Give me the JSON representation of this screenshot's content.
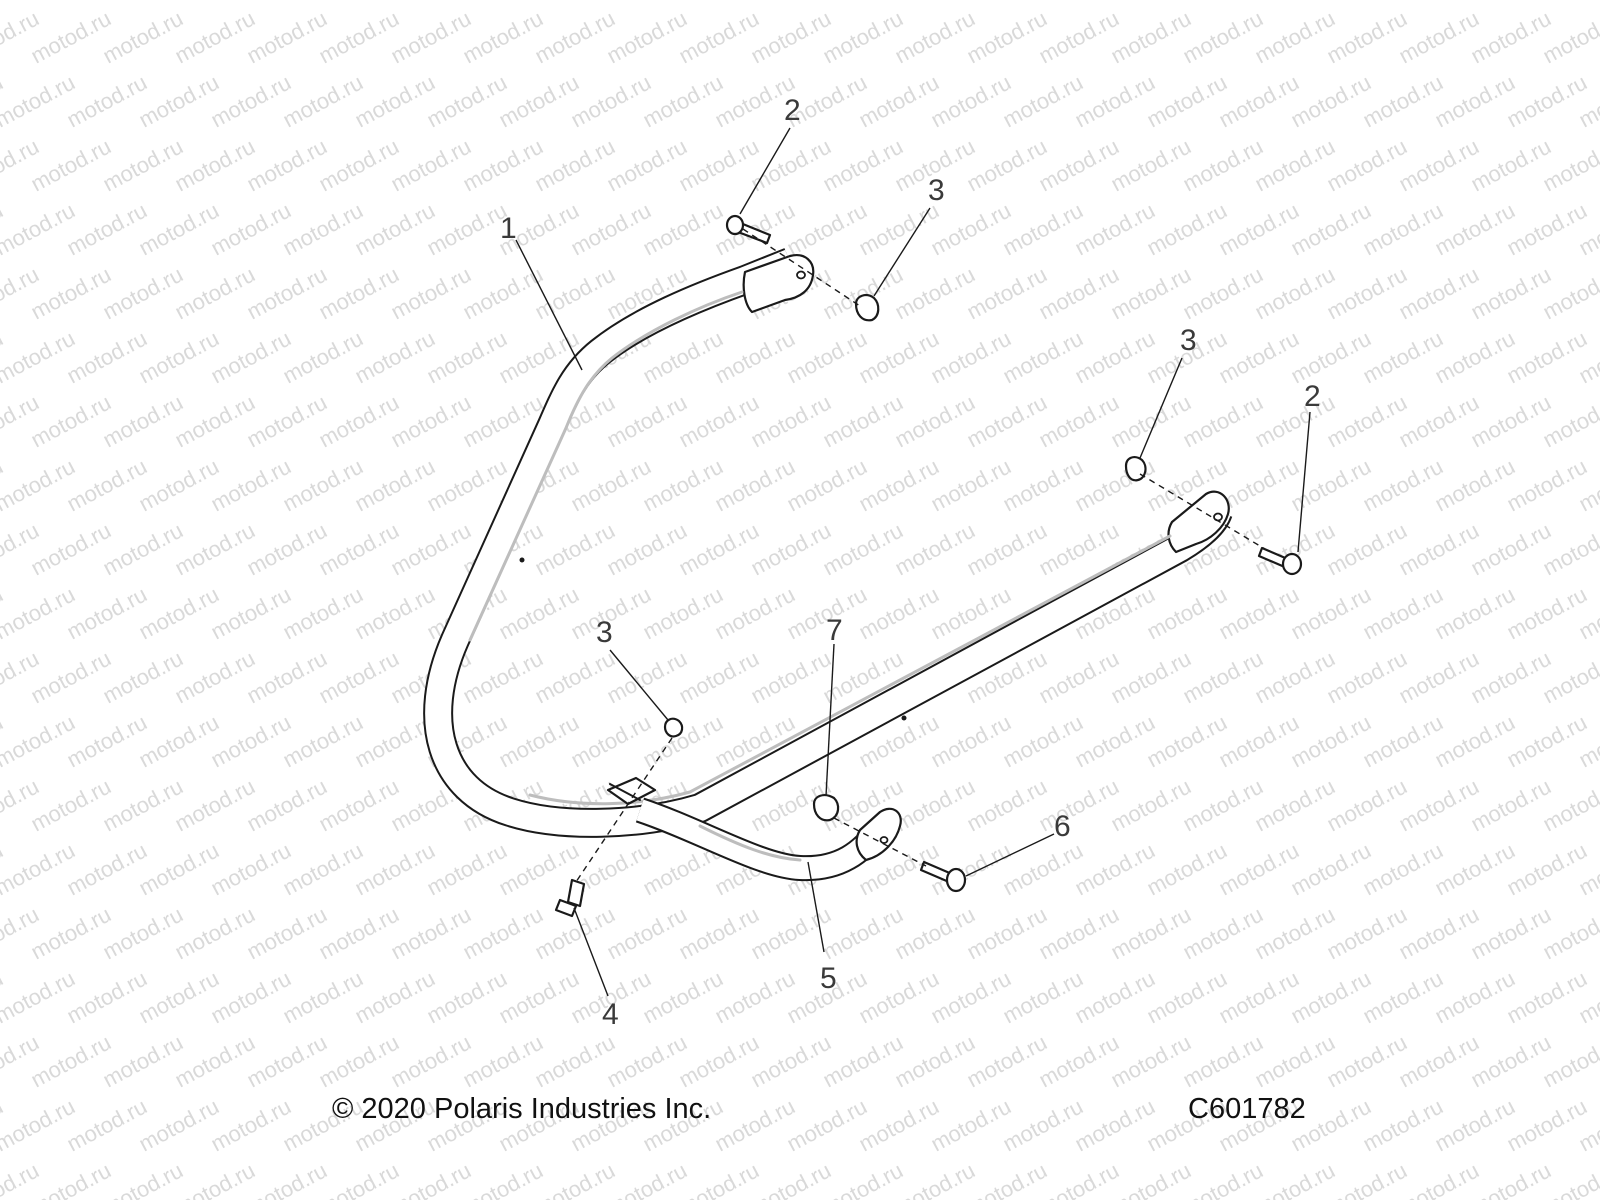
{
  "watermark": "motod.ru",
  "callouts": [
    "1",
    "2",
    "3",
    "3",
    "2",
    "3",
    "7",
    "6",
    "5",
    "4"
  ],
  "footer": {
    "copyright": "© 2020 Polaris Industries Inc.",
    "drawing_code": "C601782"
  },
  "colors": {
    "line": "#1a1a1a",
    "watermark": "#d9d9d9",
    "background": "#ffffff"
  }
}
